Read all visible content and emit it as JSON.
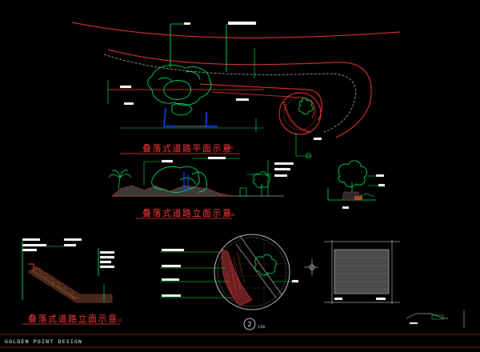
{
  "drawing": {
    "plan_title": "叠落式道路平面示意",
    "plan_scale": "1:100",
    "front_elevation_title": "叠落式道路立面示意",
    "front_elevation_scale": "1:100",
    "side_elevation_title": "叠落式道路立面示意",
    "side_elevation_scale": "1:50",
    "detail_number": "2",
    "detail_scale": "1:50",
    "footer": "GOLDEN POINT DESIGN"
  },
  "colors": {
    "background": "#000000",
    "road_lines": "#ff3b3b",
    "leaders": "#00ff66",
    "labels": "#ffffff",
    "water": "#0a4dff",
    "titles": "#ff3b3b",
    "section_lines": "#ffd000"
  }
}
